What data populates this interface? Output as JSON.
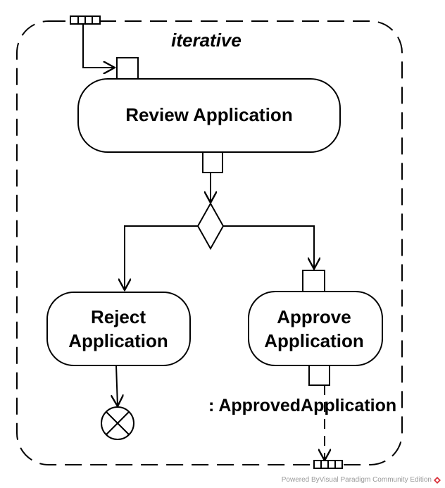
{
  "region": {
    "label": "iterative"
  },
  "actions": {
    "review": "Review Application",
    "reject": {
      "line1": "Reject",
      "line2": "Application"
    },
    "approve": {
      "line1": "Approve",
      "line2": "Application"
    }
  },
  "output_pin": {
    "label": ": ApprovedApplication"
  },
  "footer": {
    "text": "Powered ByVisual Paradigm Community Edition"
  },
  "colors": {
    "stroke": "#000000",
    "fill": "#ffffff",
    "logo": "#d9313a",
    "footer_text": "#9a9a9a"
  }
}
